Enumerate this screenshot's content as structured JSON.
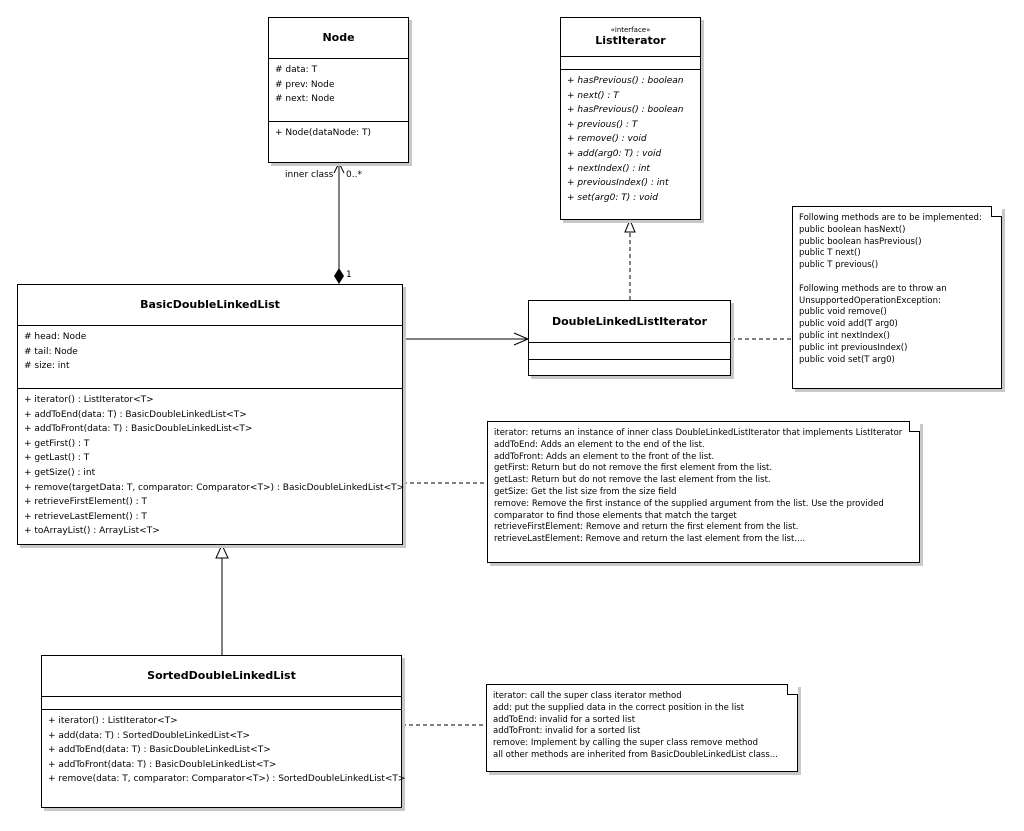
{
  "node": {
    "name": "Node",
    "attributes": [
      "# data: T",
      "# prev: Node",
      "# next: Node"
    ],
    "operations": [
      "+ Node(dataNode: T)"
    ]
  },
  "list_iterator": {
    "stereotype": "«interface»",
    "name": "ListIterator",
    "operations": [
      "+ hasPrevious() : boolean",
      "+ next() : T",
      "+ hasPrevious() : boolean",
      "+ previous() : T",
      "+ remove() : void",
      "+ add(arg0: T) : void",
      "+ nextIndex() : int",
      "+ previousIndex() : int",
      "+ set(arg0: T) : void"
    ]
  },
  "basic_list": {
    "name": "BasicDoubleLinkedList",
    "attributes": [
      "# head: Node",
      "# tail: Node",
      "# size: int"
    ],
    "operations": [
      "+ iterator() : ListIterator<T>",
      "+ addToEnd(data: T) : BasicDoubleLinkedList<T>",
      "+ addToFront(data: T) : BasicDoubleLinkedList<T>",
      "+ getFirst() : T",
      "+ getLast() : T",
      "+ getSize() : int",
      "+ remove(targetData: T, comparator: Comparator<T>) : BasicDoubleLinkedList<T>",
      "+ retrieveFirstElement() : T",
      "+ retrieveLastElement() : T",
      "+ toArrayList() : ArrayList<T>"
    ]
  },
  "dll_iterator": {
    "name": "DoubleLinkedListIterator"
  },
  "sorted_list": {
    "name": "SortedDoubleLinkedList",
    "operations": [
      "+ iterator() : ListIterator<T>",
      "+ add(data: T) : SortedDoubleLinkedList<T>",
      "+ addToEnd(data: T) : BasicDoubleLinkedList<T>",
      "+ addToFront(data: T) : BasicDoubleLinkedList<T>",
      "+ remove(data: T, comparator: Comparator<T>) : SortedDoubleLinkedList<T>"
    ]
  },
  "labels": {
    "inner_class": "inner class",
    "multiplicity_many": "0..*",
    "multiplicity_one": "1"
  },
  "notes": {
    "iterator_note": [
      "Following methods are to be implemented:",
      "public boolean hasNext()",
      "public boolean hasPrevious()",
      "public T next()",
      "public T previous()",
      "",
      "Following methods are to throw an",
      "UnsupportedOperationException:",
      "public void remove()",
      "public void add(T arg0)",
      "public int nextIndex()",
      "public int previousIndex()",
      "public void set(T arg0)"
    ],
    "basic_note": [
      "iterator: returns an instance of inner class DoubleLinkedListIterator that implements ListIterator",
      "addToEnd: Adds an element to the end of the list.",
      "addToFront: Adds an element to the front of the list.",
      "getFirst: Return but do not remove the first element from the list.",
      "getLast:  Return but do not remove the last element from the list.",
      "getSize: Get the list size from the size field",
      "remove: Remove the first instance of the supplied argument from the list. Use the provided",
      "comparator to find those elements that match the target",
      "retrieveFirstElement: Remove and return the first element from the list.",
      "retrieveLastElement:  Remove and return the last element from the list...."
    ],
    "sorted_note": [
      "iterator: call the super class iterator method",
      "add: put the supplied data in the correct position in the list",
      "addToEnd: invalid for a sorted list",
      "addToFront: invalid for a sorted list",
      "remove: Implement by calling the super class remove method",
      "all other methods are inherited from BasicDoubleLinkedList class..."
    ]
  }
}
